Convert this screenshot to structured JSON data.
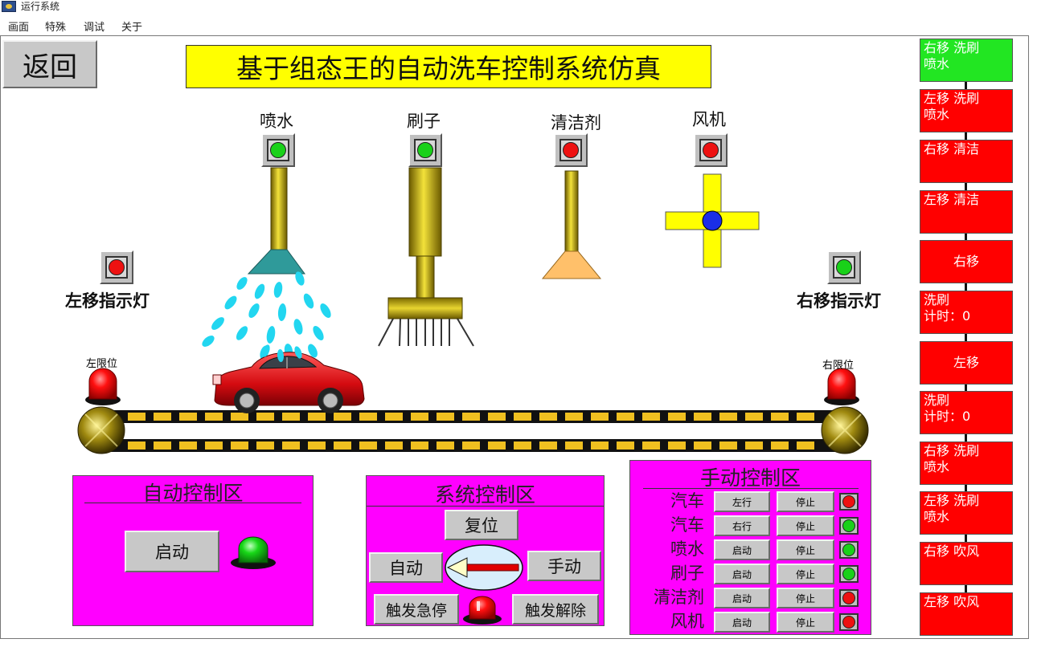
{
  "window": {
    "title": "运行系统"
  },
  "menu": {
    "items": [
      "画面",
      "特殊",
      "调试",
      "关于"
    ]
  },
  "header": {
    "back_label": "返回",
    "title": "基于组态王的自动洗车控制系统仿真"
  },
  "stations": {
    "spray": {
      "label": "喷水",
      "lamp": "green"
    },
    "brush": {
      "label": "刷子",
      "lamp": "green"
    },
    "cleaner": {
      "label": "清洁剂",
      "lamp": "red"
    },
    "fan": {
      "label": "风机",
      "lamp": "red"
    }
  },
  "indicators": {
    "left_move": {
      "label": "左移指示灯",
      "lamp": "red"
    },
    "right_move": {
      "label": "右移指示灯",
      "lamp": "green"
    }
  },
  "limits": {
    "left_label": "左限位",
    "right_label": "右限位"
  },
  "auto_panel": {
    "title": "自动控制区",
    "start_label": "启动",
    "status_lamp": "green"
  },
  "system_panel": {
    "title": "系统控制区",
    "reset_label": "复位",
    "auto_label": "自动",
    "manual_label": "手动",
    "estop_label": "触发急停",
    "release_label": "触发解除",
    "estop_lamp": "red"
  },
  "manual_panel": {
    "title": "手动控制区",
    "rows": [
      {
        "name": "汽车",
        "action": "左行",
        "stop": "停止",
        "lamp": "red"
      },
      {
        "name": "汽车",
        "action": "右行",
        "stop": "停止",
        "lamp": "green"
      },
      {
        "name": "喷水",
        "action": "启动",
        "stop": "停止",
        "lamp": "green"
      },
      {
        "name": "刷子",
        "action": "启动",
        "stop": "停止",
        "lamp": "green"
      },
      {
        "name": "清洁剂",
        "action": "启动",
        "stop": "停止",
        "lamp": "red"
      },
      {
        "name": "风机",
        "action": "启动",
        "stop": "停止",
        "lamp": "red"
      }
    ]
  },
  "sequence": [
    {
      "line1": "右移 洗刷",
      "line2": "喷水",
      "state": "active"
    },
    {
      "line1": "左移   洗刷",
      "line2": "喷水",
      "state": "idle"
    },
    {
      "line1": "右移    清洁",
      "line2": "",
      "state": "idle"
    },
    {
      "line1": "左移    清洁",
      "line2": "",
      "state": "idle"
    },
    {
      "line1": "右移",
      "line2": "",
      "state": "idle"
    },
    {
      "line1": "洗刷",
      "line2": "计时：0",
      "state": "idle"
    },
    {
      "line1": "左移",
      "line2": "",
      "state": "idle"
    },
    {
      "line1": "洗刷",
      "line2": "计时：0",
      "state": "idle"
    },
    {
      "line1": "右移 洗刷",
      "line2": "喷水",
      "state": "idle"
    },
    {
      "line1": "左移   洗刷",
      "line2": "喷水",
      "state": "idle"
    },
    {
      "line1": "右移   吹风",
      "line2": "",
      "state": "idle"
    },
    {
      "line1": "左移   吹风",
      "line2": "",
      "state": "idle"
    }
  ],
  "colors": {
    "lamp_green": "#19d119",
    "lamp_red": "#ee1111",
    "panel": "#ff00ff",
    "title_bg": "#ffff00",
    "step_active": "#22e622",
    "step_idle": "#ff0000"
  }
}
